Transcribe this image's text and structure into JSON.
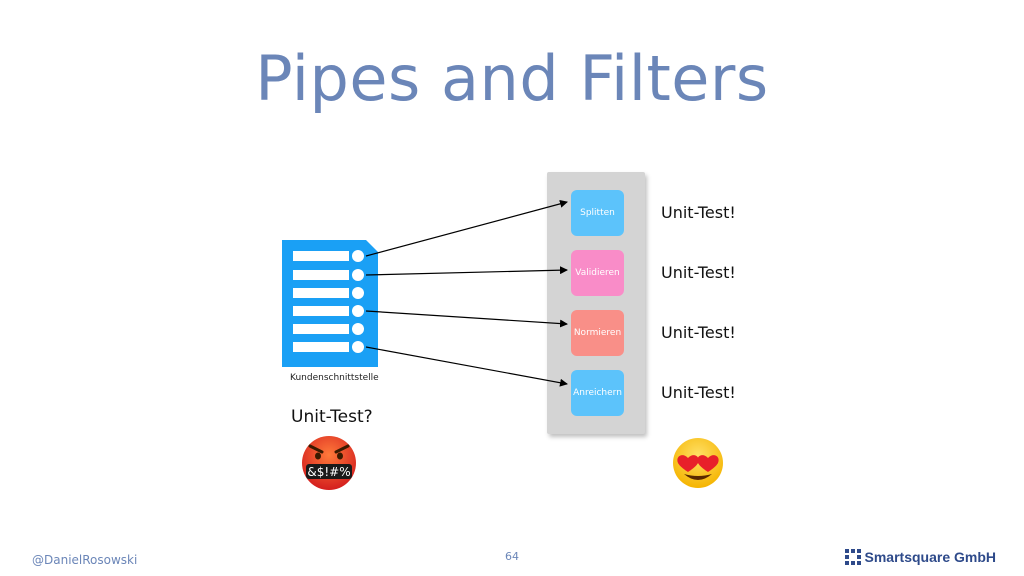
{
  "slide": {
    "title": "Pipes and Filters",
    "document_caption": "Kundenschnittstelle",
    "unit_test_question": "Unit-Test?",
    "angry_emoji_text": "&$!#%",
    "filters": [
      {
        "label": "Splitten",
        "color": "#5cc3fb"
      },
      {
        "label": "Validieren",
        "color": "#f98cc8"
      },
      {
        "label": "Normieren",
        "color": "#f98f88"
      },
      {
        "label": "Anreichern",
        "color": "#5cc3fb"
      }
    ],
    "unit_test_labels": [
      "Unit-Test!",
      "Unit-Test!",
      "Unit-Test!",
      "Unit-Test!"
    ],
    "footer": {
      "author": "@DanielRosowski",
      "page_number": "64",
      "brand": "Smartsquare GmbH"
    }
  },
  "colors": {
    "title": "#6b86b8",
    "document": "#1aa0f5",
    "panel": "#d4d4d4"
  }
}
